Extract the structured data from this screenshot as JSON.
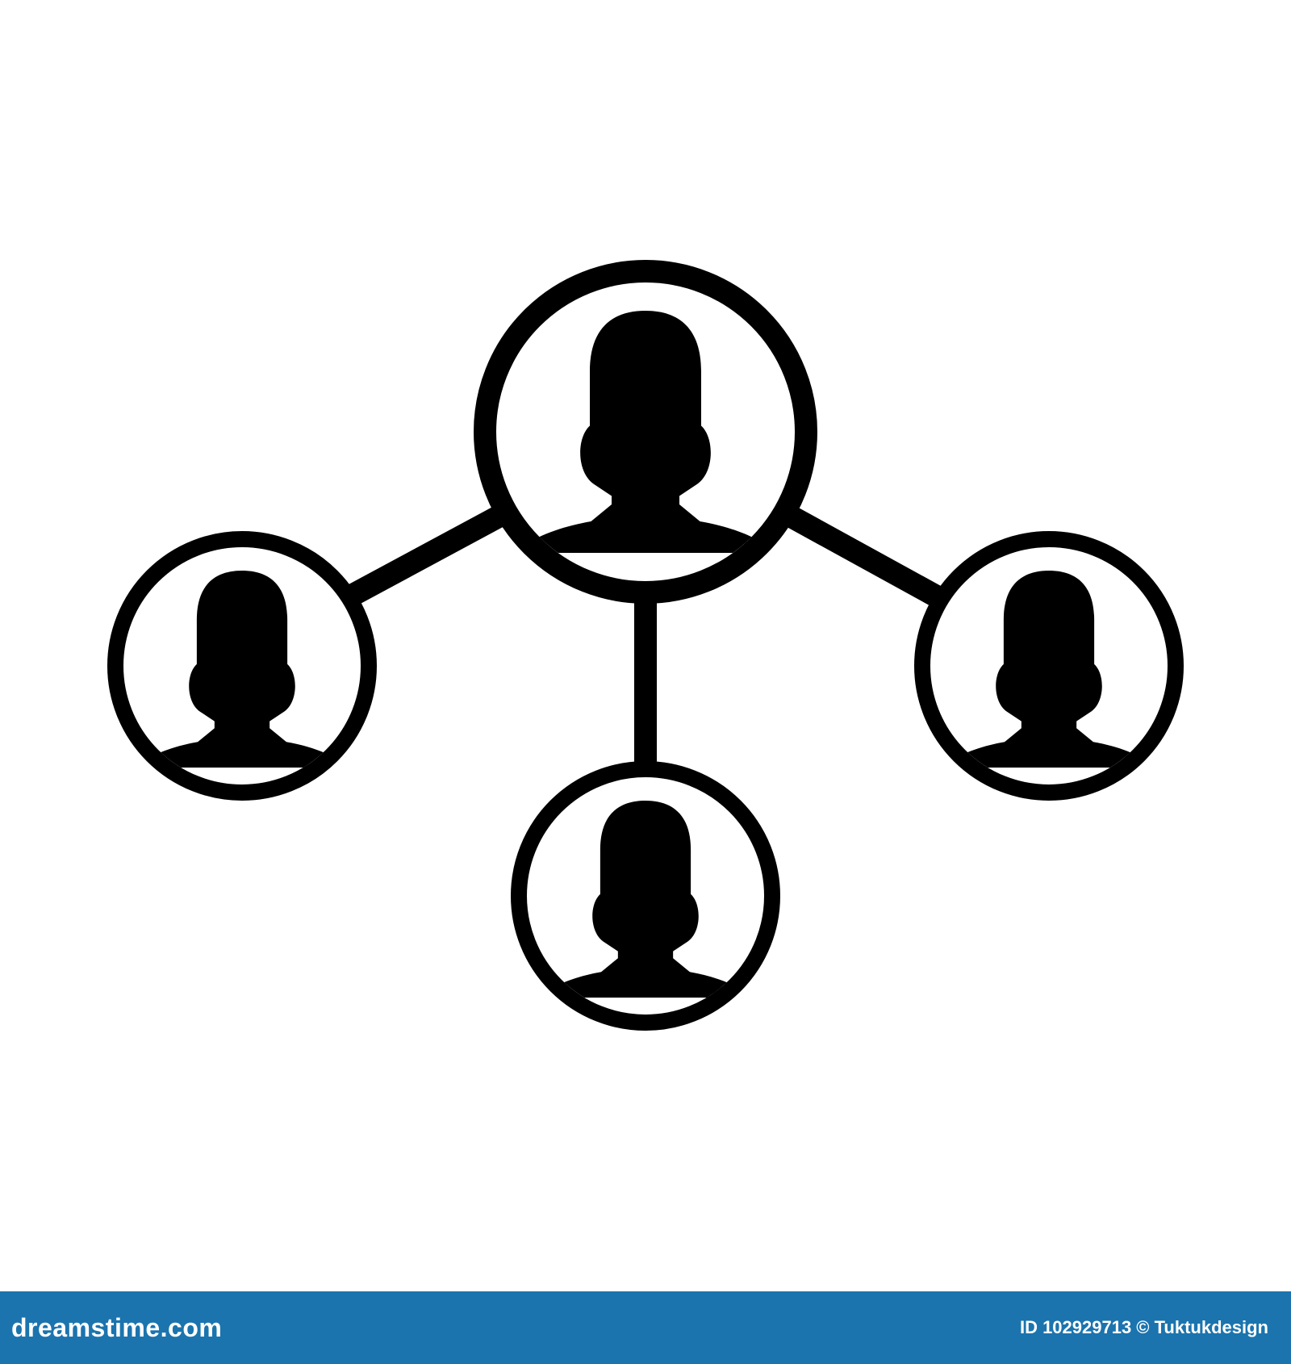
{
  "illustration": {
    "icon_name": "people-network-icon",
    "people_count": 4,
    "ink_color": "#000000",
    "background_color": "#ffffff"
  },
  "footer": {
    "background_color": "#1b74ae",
    "logo_text": "dreamstime.com",
    "credit_text": "ID 102929713 © Tuktukdesign"
  }
}
